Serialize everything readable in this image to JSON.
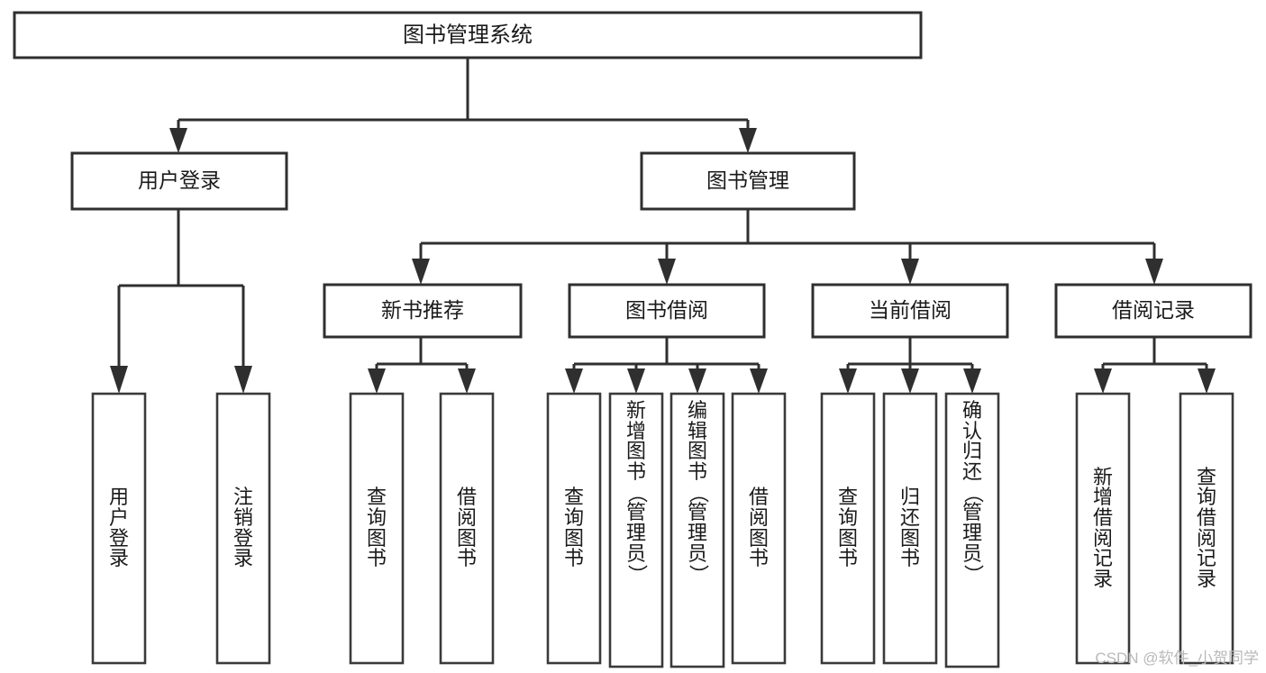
{
  "diagram": {
    "title": "图书管理系统",
    "watermark": "CSDN @软件_小贺同学",
    "level2": [
      {
        "label": "用户登录"
      },
      {
        "label": "图书管理"
      }
    ],
    "level3": [
      {
        "label": "新书推荐"
      },
      {
        "label": "图书借阅"
      },
      {
        "label": "当前借阅"
      },
      {
        "label": "借阅记录"
      }
    ],
    "leaves": {
      "user_login": [
        {
          "label": "用户登录"
        },
        {
          "label": "注销登录"
        }
      ],
      "new_book_rec": [
        {
          "label": "查询图书"
        },
        {
          "label": "借阅图书"
        }
      ],
      "book_borrow": [
        {
          "label": "查询图书"
        },
        {
          "label": "新增图书（管理员）"
        },
        {
          "label": "编辑图书（管理员）"
        },
        {
          "label": "借阅图书"
        }
      ],
      "current_borrow": [
        {
          "label": "查询图书"
        },
        {
          "label": "归还图书"
        },
        {
          "label": "确认归还（管理员）"
        }
      ],
      "borrow_record": [
        {
          "label": "新增借阅记录"
        },
        {
          "label": "查询借阅记录"
        }
      ]
    }
  },
  "colors": {
    "stroke": "#2f2f2f",
    "fill": "#ffffff",
    "text": "#1a1a1a",
    "watermark": "#b9b9b9"
  }
}
